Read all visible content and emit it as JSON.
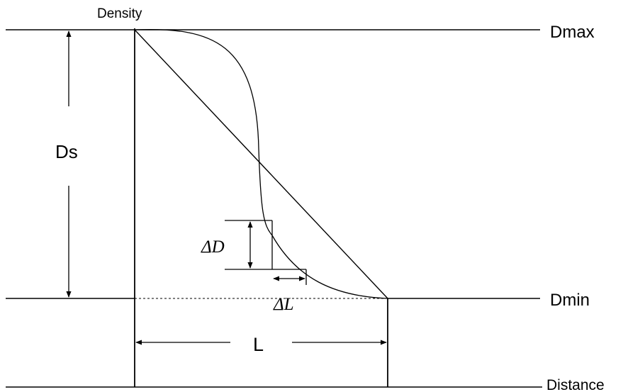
{
  "labels": {
    "density": "Density",
    "dmax": "Dmax",
    "dmin": "Dmin",
    "distance": "Distance",
    "ds": "Ds",
    "delta_d": "ΔD",
    "delta_l": "ΔL",
    "l": "L"
  },
  "colors": {
    "ink": "#000000",
    "background": "#ffffff"
  }
}
